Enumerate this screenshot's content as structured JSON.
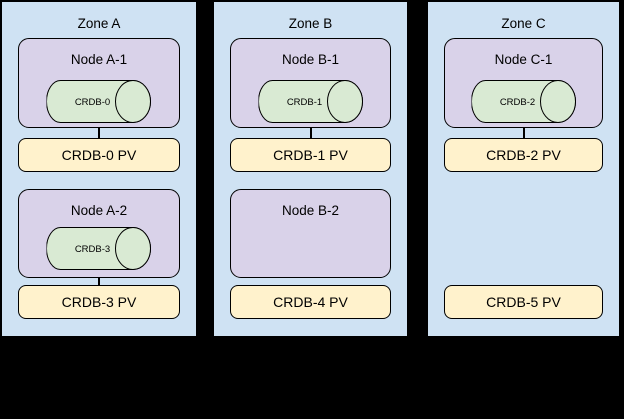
{
  "diagram": {
    "background": "#000000",
    "colors": {
      "zone_fill": "#cfe2f3",
      "node_fill": "#d9d2e9",
      "pod_fill": "#d9ead3",
      "pv_fill": "#fff2cc",
      "border": "#000000"
    },
    "zones": [
      {
        "label": "Zone A",
        "rows": [
          {
            "node_label": "Node A-1",
            "pod_label": "CRDB-0",
            "pv_label": "CRDB-0 PV"
          },
          {
            "node_label": "Node A-2",
            "pod_label": "CRDB-3",
            "pv_label": "CRDB-3 PV"
          }
        ]
      },
      {
        "label": "Zone B",
        "rows": [
          {
            "node_label": "Node B-1",
            "pod_label": "CRDB-1",
            "pv_label": "CRDB-1 PV"
          },
          {
            "node_label": "Node B-2",
            "pv_label": "CRDB-4 PV"
          }
        ]
      },
      {
        "label": "Zone C",
        "rows": [
          {
            "node_label": "Node C-1",
            "pod_label": "CRDB-2",
            "pv_label": "CRDB-2 PV"
          },
          {
            "pv_label": "CRDB-5 PV"
          }
        ]
      }
    ]
  }
}
